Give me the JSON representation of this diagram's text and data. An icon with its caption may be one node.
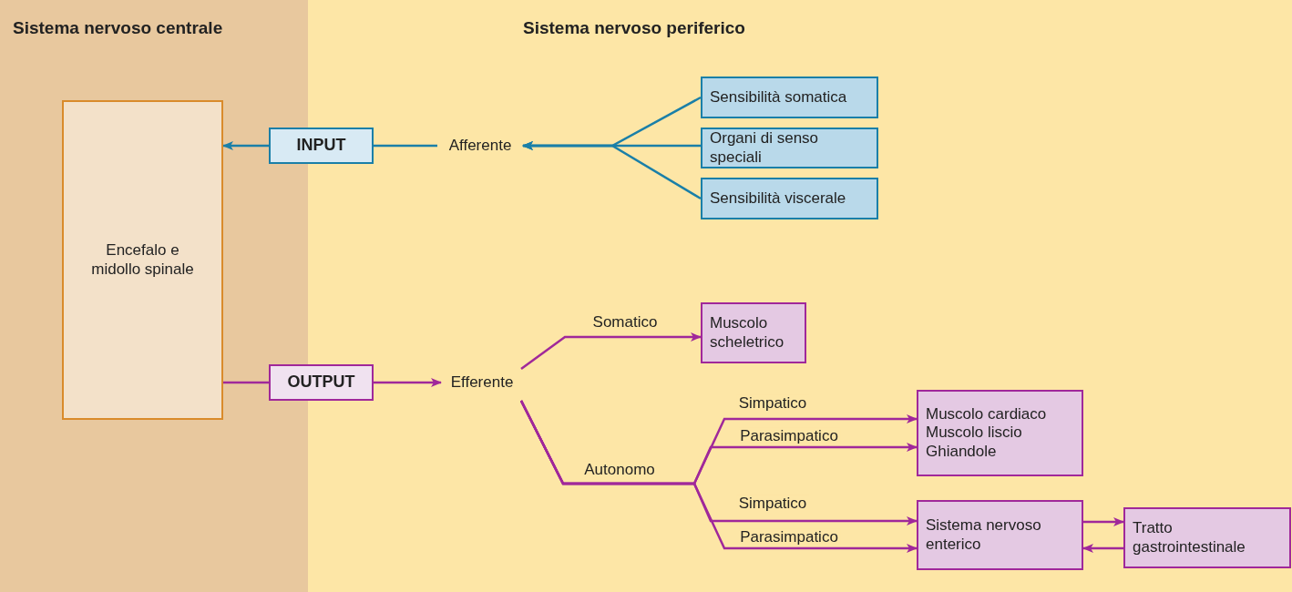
{
  "diagram": {
    "nodes": [
      {
        "text": [
          "Sistema nervoso centrale"
        ]
      },
      {
        "text": [
          "Sistema nervoso periferico"
        ]
      },
      {
        "text": [
          "Encefalo e midollo spinale"
        ],
        "in": 0
      },
      {
        "text": [
          "INPUT"
        ]
      },
      {
        "text": [
          "Afferente"
        ],
        "in": 1
      },
      {
        "text": [
          "Sensibilità somatica"
        ],
        "in": 1
      },
      {
        "text": [
          "Organi di senso speciali"
        ],
        "in": 1
      },
      {
        "text": [
          "Sensibilità viscerale"
        ],
        "in": 1
      },
      {
        "text": [
          "OUTPUT"
        ]
      },
      {
        "text": [
          "Efferente"
        ],
        "in": 1
      },
      {
        "text": [
          "Muscolo scheletrico"
        ],
        "in": 1
      },
      {
        "text": [
          "Muscolo cardiaco",
          "Muscolo liscio",
          "Ghiandole"
        ],
        "in": 1
      },
      {
        "text": [
          "Sistema nervoso enterico"
        ],
        "in": 1
      },
      {
        "text": [
          "Tratto gastrointestinale"
        ],
        "in": 1
      }
    ],
    "edges": [
      {
        "from": 3,
        "to": 2,
        "arrow": "to",
        "color": "#1a7fa8"
      },
      {
        "from": 4,
        "to": 3,
        "arrow": "none",
        "color": "#1a7fa8"
      },
      {
        "from": 5,
        "to": 4,
        "arrow": "to",
        "color": "#1a7fa8"
      },
      {
        "from": 6,
        "to": 4,
        "arrow": "to",
        "color": "#1a7fa8"
      },
      {
        "from": 7,
        "to": 4,
        "arrow": "to",
        "color": "#1a7fa8"
      },
      {
        "from": 2,
        "to": 8,
        "arrow": "none"
      },
      {
        "from": 8,
        "to": 9,
        "arrow": "to"
      },
      {
        "from": 9,
        "to": 10,
        "arrow": "to",
        "label": "Somatico"
      },
      {
        "from": 9,
        "to": 11,
        "arrow": "to",
        "label": "Simpatico"
      },
      {
        "from": 9,
        "to": 11,
        "arrow": "to",
        "label": "Parasimpatico"
      },
      {
        "from": 9,
        "to": 12,
        "arrow": "to",
        "label": "Simpatico"
      },
      {
        "from": 9,
        "to": 12,
        "arrow": "to",
        "label": "Parasimpatico"
      },
      {
        "from": 12,
        "to": 13,
        "arrow": "to"
      },
      {
        "from": 13,
        "to": 12,
        "arrow": "to"
      }
    ],
    "labels": [
      "Autonomo"
    ]
  }
}
